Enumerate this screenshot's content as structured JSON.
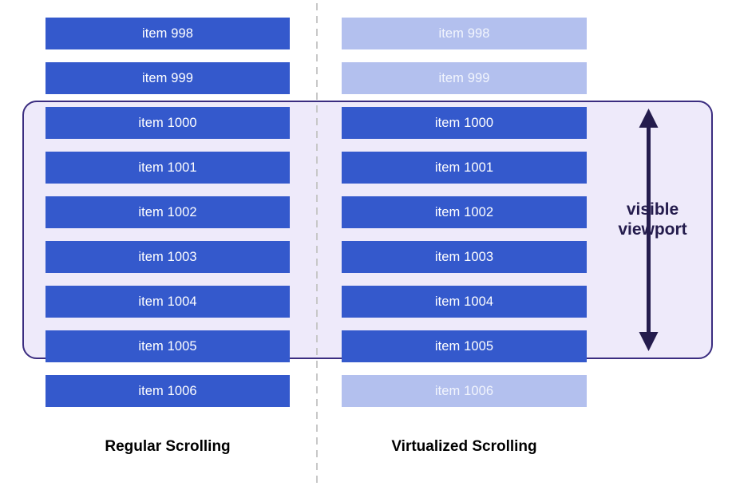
{
  "diagram": {
    "title": "Regular Scrolling vs Virtualized Scrolling",
    "colors": {
      "item_solid": "#3459cc",
      "item_faded": "#b3c0ee",
      "item_text": "#ffffff",
      "viewport_fill": "#eeeafa",
      "viewport_border": "#3b2d80",
      "arrow": "#241c4d",
      "divider": "#c8c8c8",
      "caption_text": "#000000",
      "background": "#ffffff"
    }
  },
  "columns": {
    "left": {
      "caption": "Regular Scrolling",
      "items": [
        {
          "label": "item 998",
          "state": "rendered"
        },
        {
          "label": "item 999",
          "state": "rendered"
        },
        {
          "label": "item 1000",
          "state": "rendered"
        },
        {
          "label": "item 1001",
          "state": "rendered"
        },
        {
          "label": "item 1002",
          "state": "rendered"
        },
        {
          "label": "item 1003",
          "state": "rendered"
        },
        {
          "label": "item 1004",
          "state": "rendered"
        },
        {
          "label": "item 1005",
          "state": "rendered"
        },
        {
          "label": "item 1006",
          "state": "rendered"
        }
      ]
    },
    "right": {
      "caption": "Virtualized Scrolling",
      "items": [
        {
          "label": "item 998",
          "state": "not-rendered"
        },
        {
          "label": "item 999",
          "state": "not-rendered"
        },
        {
          "label": "item 1000",
          "state": "rendered"
        },
        {
          "label": "item 1001",
          "state": "rendered"
        },
        {
          "label": "item 1002",
          "state": "rendered"
        },
        {
          "label": "item 1003",
          "state": "rendered"
        },
        {
          "label": "item 1004",
          "state": "rendered"
        },
        {
          "label": "item 1005",
          "state": "rendered"
        },
        {
          "label": "item 1006",
          "state": "not-rendered"
        }
      ]
    }
  },
  "viewport": {
    "label_line1": "visible",
    "label_line2": "viewport",
    "arrow": "double-headed-vertical-arrow"
  }
}
